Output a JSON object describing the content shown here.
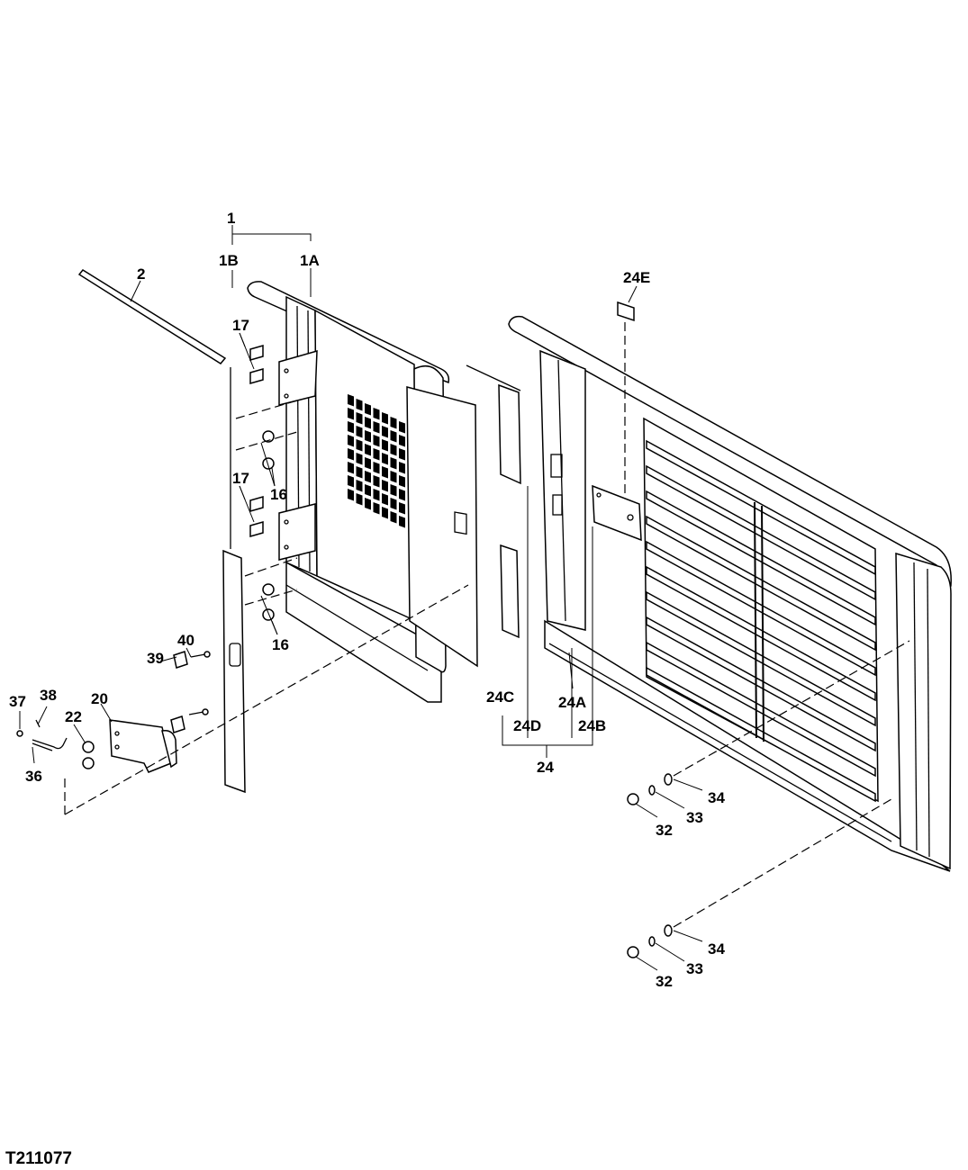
{
  "figure_code": "T211077",
  "callouts": {
    "c1": "1",
    "c1A": "1A",
    "c1B": "1B",
    "c2": "2",
    "c16a": "16",
    "c16b": "16",
    "c17a": "17",
    "c17b": "17",
    "c20": "20",
    "c22": "22",
    "c24": "24",
    "c24A": "24A",
    "c24B": "24B",
    "c24C": "24C",
    "c24D": "24D",
    "c24E": "24E",
    "c32a": "32",
    "c32b": "32",
    "c33a": "33",
    "c33b": "33",
    "c34a": "34",
    "c34b": "34",
    "c36": "36",
    "c37": "37",
    "c38": "38",
    "c39": "39",
    "c40": "40"
  }
}
